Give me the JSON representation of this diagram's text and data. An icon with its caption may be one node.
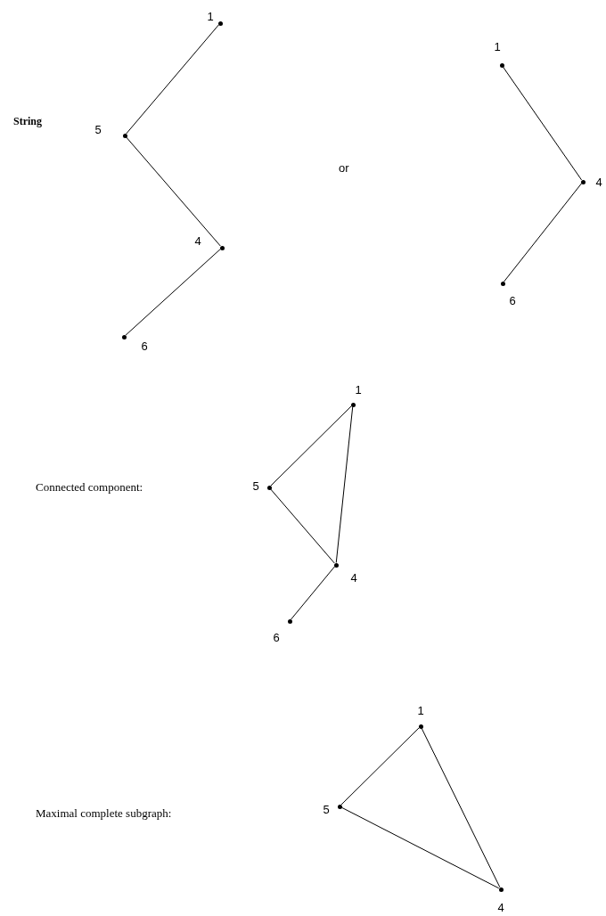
{
  "diagram": {
    "nodes": [
      {
        "text": [],
        "shape": "circle",
        "beside": [
          "1"
        ]
      },
      {
        "text": [],
        "shape": "circle",
        "beside": [
          "5"
        ]
      },
      {
        "text": [],
        "shape": "circle",
        "beside": [
          "4"
        ]
      },
      {
        "text": [],
        "shape": "circle",
        "beside": [
          "6"
        ]
      },
      {
        "text": [],
        "shape": "circle",
        "beside": [
          "1"
        ]
      },
      {
        "text": [],
        "shape": "circle",
        "beside": [
          "4"
        ]
      },
      {
        "text": [],
        "shape": "circle",
        "beside": [
          "6"
        ]
      },
      {
        "text": [],
        "shape": "circle",
        "beside": [
          "1"
        ]
      },
      {
        "text": [],
        "shape": "circle",
        "beside": [
          "5"
        ]
      },
      {
        "text": [],
        "shape": "circle",
        "beside": [
          "4"
        ]
      },
      {
        "text": [],
        "shape": "circle",
        "beside": [
          "6"
        ]
      },
      {
        "text": [],
        "shape": "circle",
        "beside": [
          "1"
        ]
      },
      {
        "text": [],
        "shape": "circle",
        "beside": [
          "5"
        ]
      },
      {
        "text": [],
        "shape": "circle",
        "beside": [
          "4"
        ]
      }
    ],
    "edges": [
      {
        "from": 0,
        "to": 1,
        "arrow": "none"
      },
      {
        "from": 1,
        "to": 2,
        "arrow": "none"
      },
      {
        "from": 2,
        "to": 3,
        "arrow": "none"
      },
      {
        "from": 4,
        "to": 5,
        "arrow": "none"
      },
      {
        "from": 5,
        "to": 6,
        "arrow": "none"
      },
      {
        "from": 7,
        "to": 8,
        "arrow": "none"
      },
      {
        "from": 7,
        "to": 9,
        "arrow": "none"
      },
      {
        "from": 8,
        "to": 9,
        "arrow": "none"
      },
      {
        "from": 9,
        "to": 10,
        "arrow": "none"
      },
      {
        "from": 11,
        "to": 12,
        "arrow": "none"
      },
      {
        "from": 11,
        "to": 13,
        "arrow": "none"
      },
      {
        "from": 12,
        "to": 13,
        "arrow": "none"
      }
    ],
    "labels": [
      "String",
      "or",
      "Connected component:",
      "Maximal complete subgraph:"
    ]
  }
}
